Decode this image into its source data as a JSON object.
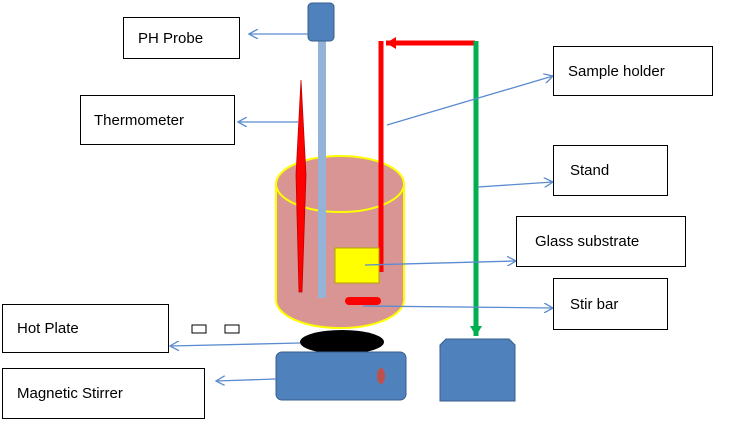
{
  "labels": {
    "ph_probe": "PH Probe",
    "thermometer": "Thermometer",
    "sample_holder": "Sample holder",
    "stand": "Stand",
    "glass_substrate": "Glass substrate",
    "stir_bar": "Stir bar",
    "hot_plate": "Hot Plate",
    "magnetic_stirrer": "Magnetic Stirrer"
  },
  "colors": {
    "arrow": "#5b8bd0",
    "beaker_fill": "#d99594",
    "beaker_rim": "#ffff00",
    "holder": "#ff0000",
    "stand": "#00b050",
    "device": "#4f81bd",
    "substrate": "#ffff00",
    "stir_bar": "#ff0000",
    "hot_plate": "#000000"
  }
}
